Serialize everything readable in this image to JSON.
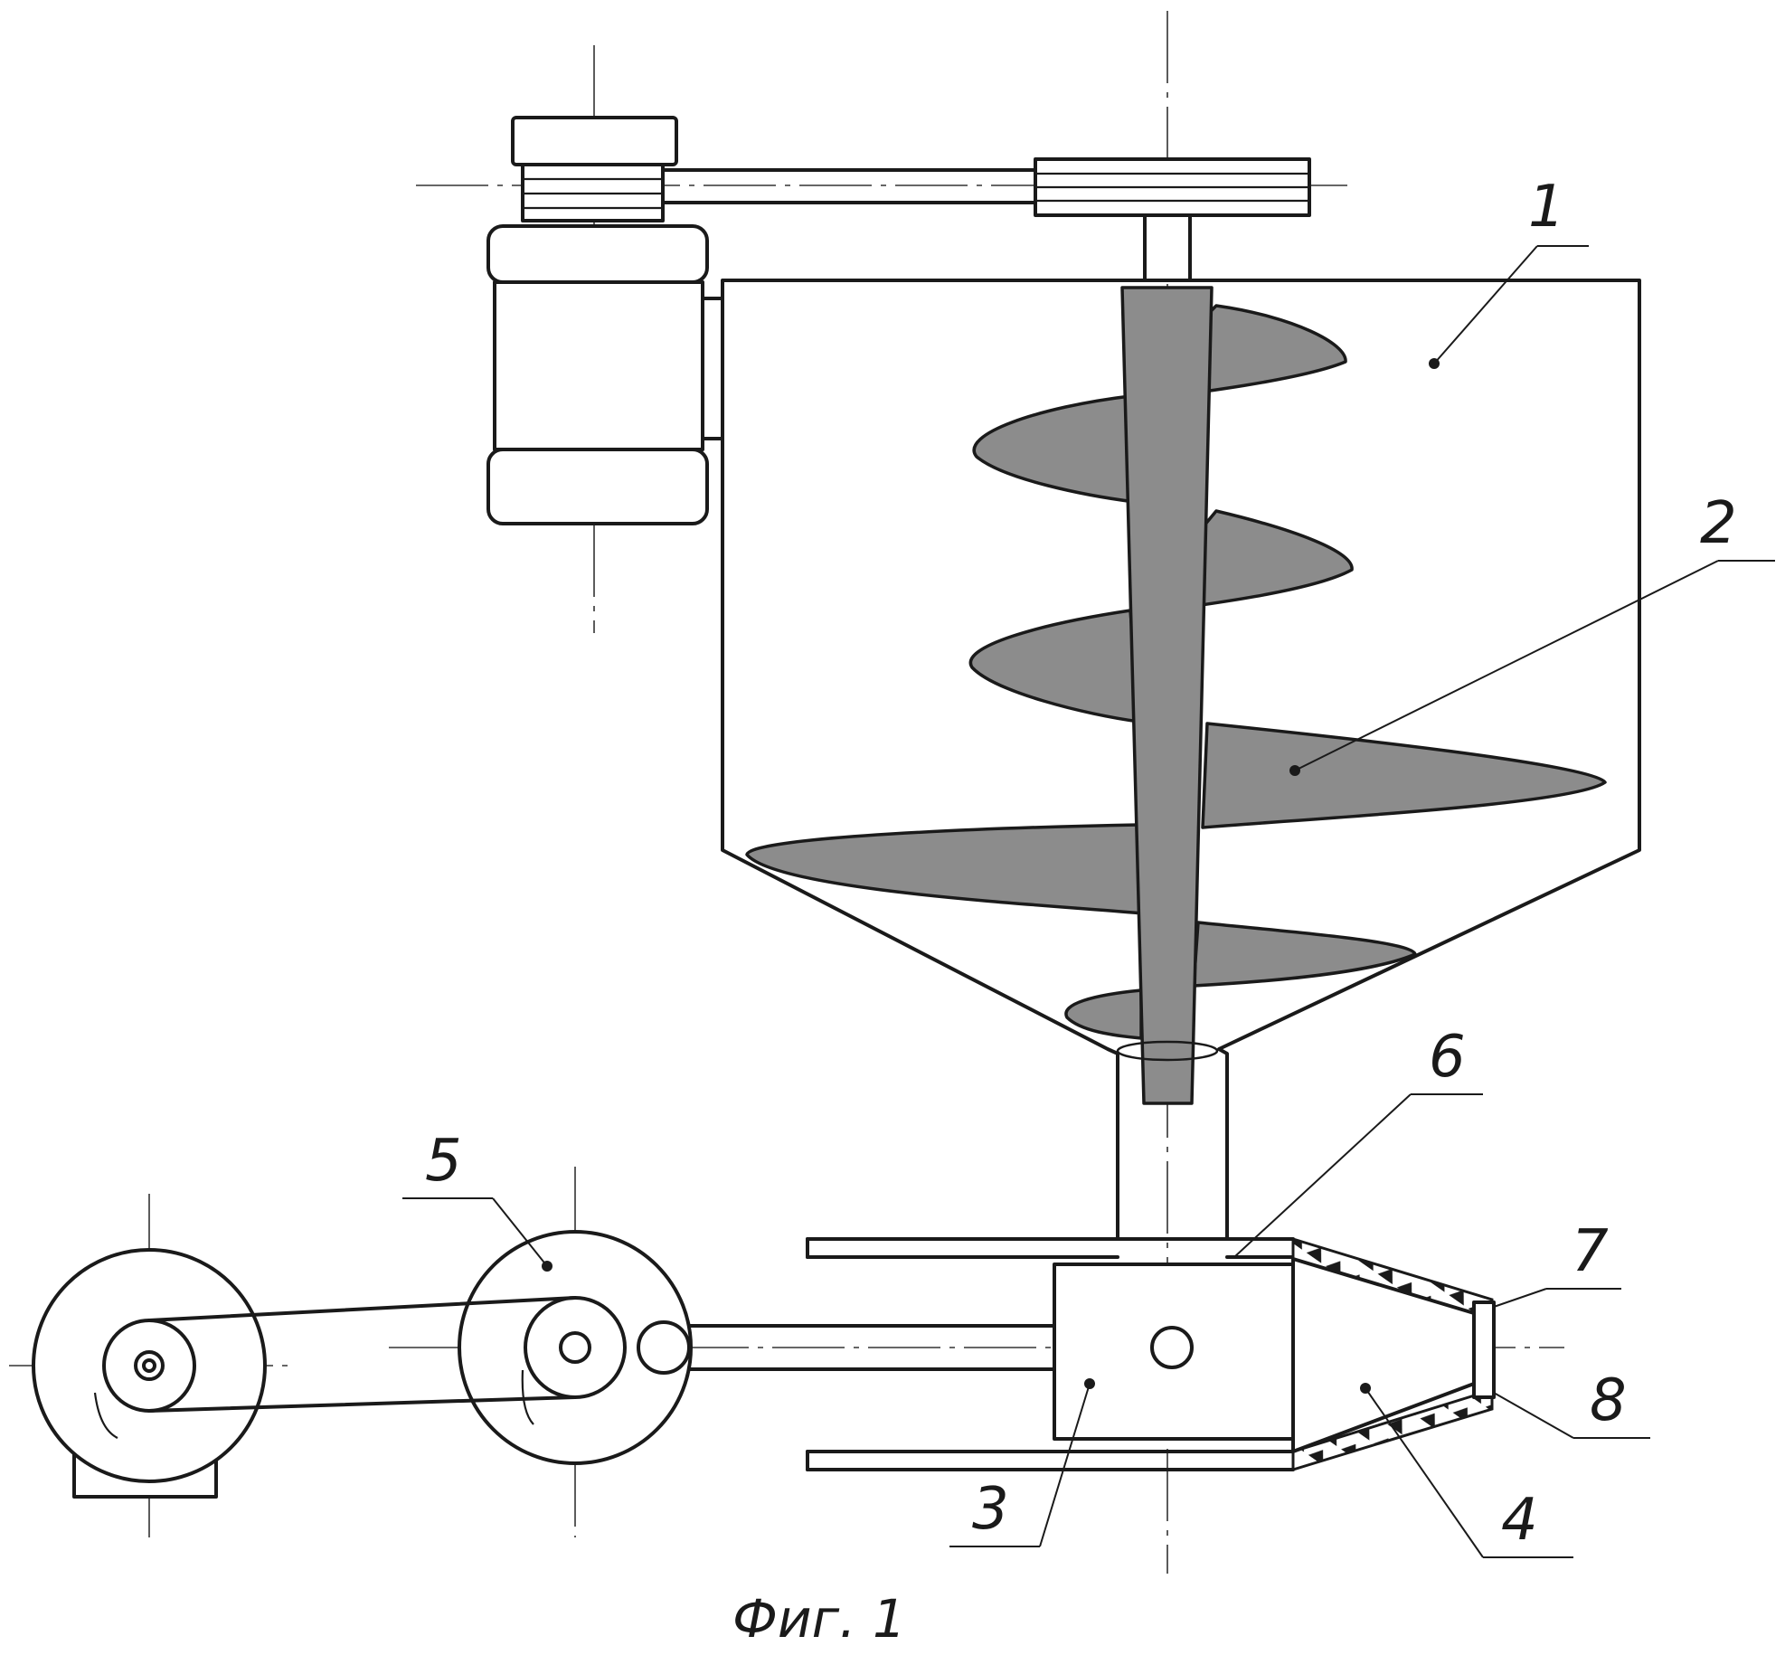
{
  "labels": {
    "l1": "1",
    "l2": "2",
    "l3": "3",
    "l4": "4",
    "l5": "5",
    "l6": "6",
    "l7": "7",
    "l8": "8"
  },
  "caption": "Фиг. 1",
  "colors": {
    "line": "#1a1a1a",
    "auger_fill": "#8c8c8c",
    "background": "#ffffff"
  }
}
